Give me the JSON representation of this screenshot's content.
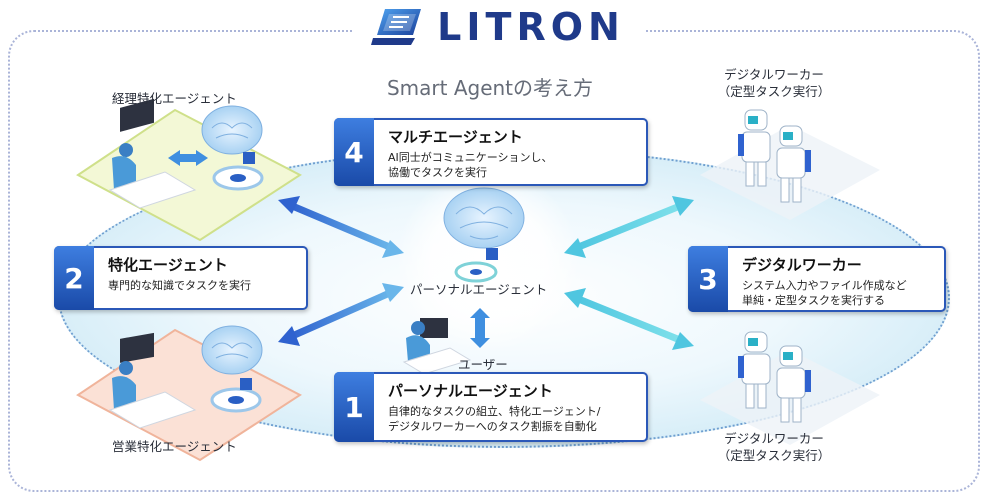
{
  "brand": {
    "name": "LITRON"
  },
  "subtitle": "Smart Agentの考え方",
  "captions": {
    "accounting": "経理特化エージェント",
    "sales": "営業特化エージェント",
    "personal_center": "パーソナルエージェント",
    "user": "ユーザー",
    "worker_top": [
      "デジタルワーカー",
      "（定型タスク実行）"
    ],
    "worker_bottom": [
      "デジタルワーカー",
      "（定型タスク実行）"
    ]
  },
  "boxes": [
    {
      "number": "4",
      "title": "マルチエージェント",
      "desc": [
        "AI同士がコミュニケーションし、",
        "協働でタスクを実行"
      ]
    },
    {
      "number": "2",
      "title": "特化エージェント",
      "desc": [
        "専門的な知識でタスクを実行"
      ]
    },
    {
      "number": "3",
      "title": "デジタルワーカー",
      "desc": [
        "システム入力やファイル作成など",
        "単純・定型タスクを実行する"
      ]
    },
    {
      "number": "1",
      "title": "パーソナルエージェント",
      "desc": [
        "自律的なタスクの組立、特化エージェント/",
        "デジタルワーカーへのタスク割振を自動化"
      ]
    }
  ],
  "colors": {
    "brand": "#1f3a8a",
    "box_border": "#2b58b8",
    "number_bg": "#2a5fc4",
    "arrow_cyan": "#5fd0e0",
    "arrow_blue": "#3a6fd8"
  },
  "icons": [
    "laptop-logo-icon",
    "brain-icon",
    "robot-icon",
    "user-at-desk-icon",
    "double-arrow-icon"
  ]
}
